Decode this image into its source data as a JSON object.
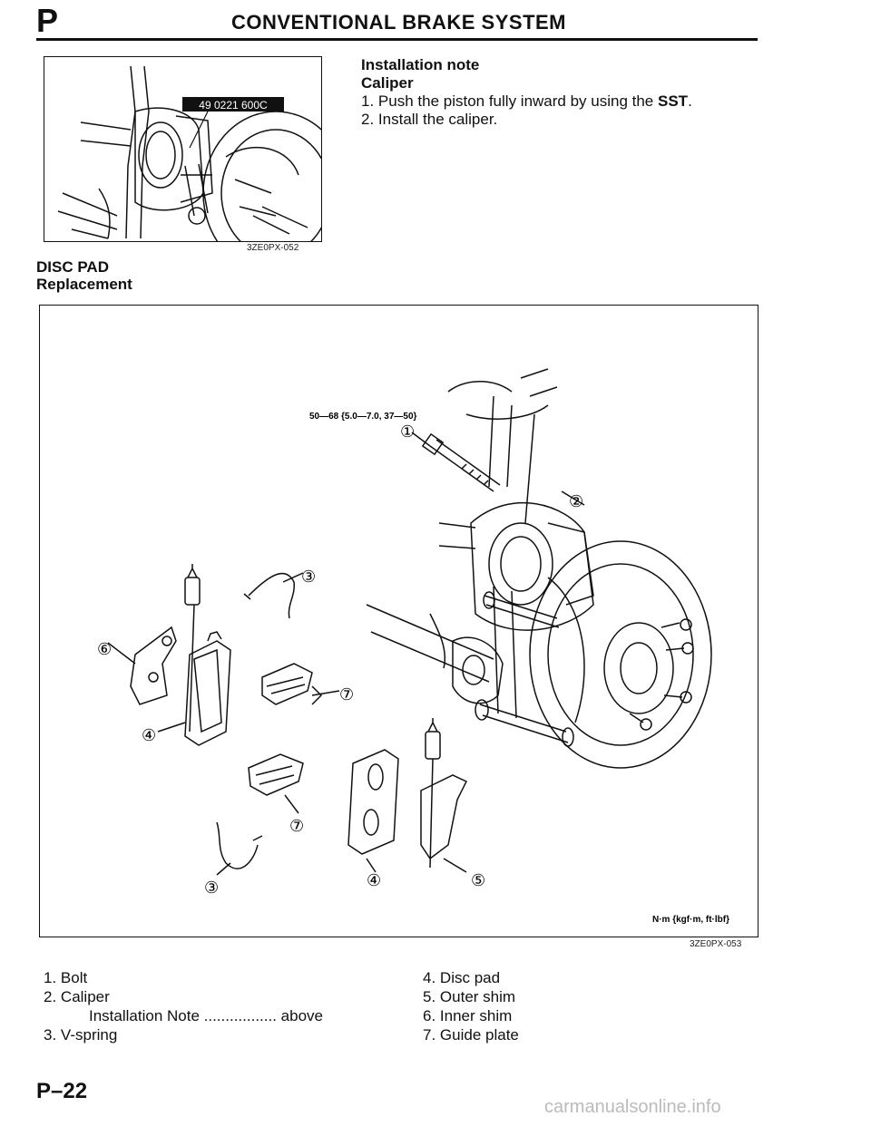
{
  "header": {
    "section_letter": "P",
    "title": "CONVENTIONAL BRAKE SYSTEM"
  },
  "figure1": {
    "sst_label": "49 0221 600C",
    "code": "3ZE0PX-052"
  },
  "installation_note": {
    "heading": "Installation note",
    "subheading": "Caliper",
    "steps": [
      {
        "num": "1.",
        "text_before": "Push the piston fully inward by using the ",
        "bold": "SST",
        "text_after": "."
      },
      {
        "num": "2.",
        "text_before": "Install the caliper.",
        "bold": "",
        "text_after": ""
      }
    ]
  },
  "disc_pad": {
    "heading": "DISC PAD",
    "subheading": "Replacement"
  },
  "figure2": {
    "torque_spec": "50—68 {5.0—7.0, 37—50}",
    "unit_note": "N·m {kgf·m, ft·lbf}",
    "code": "3ZE0PX-053",
    "callouts": [
      "①",
      "②",
      "③",
      "③",
      "④",
      "④",
      "⑤",
      "⑥",
      "⑦",
      "⑦"
    ]
  },
  "legend": {
    "left": [
      {
        "num": "1.",
        "label": "Bolt"
      },
      {
        "num": "2.",
        "label": "Caliper"
      },
      {
        "num": "",
        "label": "Installation Note",
        "leader": ".................",
        "ref": "above"
      },
      {
        "num": "3.",
        "label": "V-spring"
      }
    ],
    "right": [
      {
        "num": "4.",
        "label": "Disc pad"
      },
      {
        "num": "5.",
        "label": "Outer shim"
      },
      {
        "num": "6.",
        "label": "Inner shim"
      },
      {
        "num": "7.",
        "label": "Guide plate"
      }
    ]
  },
  "footer": {
    "page_number": "P–22",
    "watermark": "carmanualsonline.info"
  }
}
